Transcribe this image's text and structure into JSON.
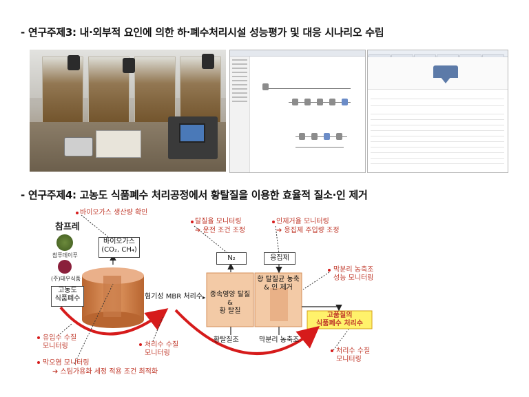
{
  "headings": {
    "topic3": "- 연구주제3: 내·외부적 요인에 의한 하·폐수처리시설 성능평가 및 대응 시나리오 수립",
    "topic4": "- 연구주제4: 고농도 식품폐수 처리공정에서 황탈질을 이용한 효율적 질소·인 제거"
  },
  "logos": {
    "logo1": "참프레",
    "logo2": "참푸데이푸",
    "logo3": "(주)태우식품"
  },
  "labels": {
    "biogas_check": "바이오가스 생산량 확인",
    "biogas_box_l1": "바이오가스",
    "biogas_box_l2": "(CO₂, CH₄)",
    "high_conc_l1": "고농도",
    "high_conc_l2": "식품폐수",
    "mbr": "혐기성 MBR 처리수",
    "denit_monitor": "탈질율 모니터링",
    "denit_adjust": "➔ 운전 조건 조정",
    "n2": "N₂",
    "p_monitor": "인제거율 모니터링",
    "p_adjust": "➔ 응집제 주입량 조정",
    "coagulant": "응집제",
    "proc1_l1": "종속영양 탈질",
    "proc1_l2": "&",
    "proc1_l3": "황 탈질",
    "proc2_l1": "황 탈질균 농축",
    "proc2_l2": "& 인 제거",
    "membrane_monitor_l1": "막분리 농축조",
    "membrane_monitor_l2": "성능 모니터링",
    "hq_l1": "고품질의",
    "hq_l2": "식품폐수 처리수",
    "sulfur_denit": "황탈질조",
    "membrane_tank": "막분리 농축조",
    "influent_l1": "유입수 수질",
    "influent_l2": "모니터링",
    "treated1_l1": "처리수 수질",
    "treated1_l2": "모니터링",
    "treated2_l1": "처리수 수질",
    "treated2_l2": "모니터링",
    "fouling_l1": "막오염 모니터링",
    "fouling_l2": "➔ 스팀가용화 세정 적용 조건 최적화"
  },
  "colors": {
    "annotation": "#c0392b",
    "highlight": "#fff26b",
    "highlight_border": "#d4a017",
    "reactor": "#d07f47",
    "process_box": "#f3caa6"
  }
}
